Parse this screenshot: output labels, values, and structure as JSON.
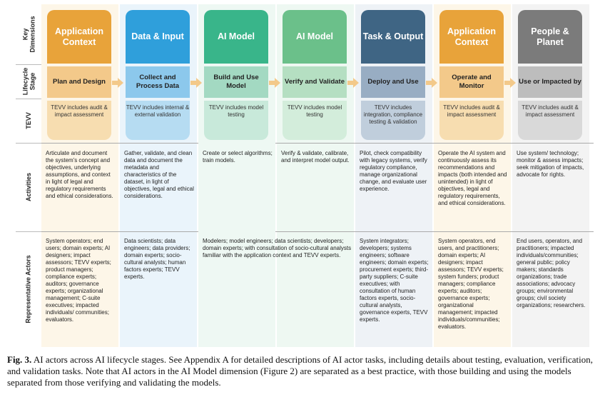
{
  "row_labels": {
    "key_dimensions": "Key Dimensions",
    "lifecycle_stage": "Lifecycle Stage",
    "tevv": "TEVV",
    "activities": "Activities",
    "representative_actors": "Representative Actors"
  },
  "columns": [
    {
      "header": "Application Context",
      "stage": "Plan and Design",
      "tevv": "TEVV includes audit & impact assessment",
      "activities": "Articulate and document the system's concept and objectives, underlying assumptions, and context in light of legal and regulatory requirements and ethical considerations.",
      "actors": "System operators; end users; domain experts; AI designers; impact assessors; TEVV experts; product managers; compliance experts; auditors; governance experts; organizational management; C-suite executives; impacted individuals/ communities; evaluators.",
      "header_color": "#E8A33A",
      "stage_color": "#F3C98A",
      "tevv_color": "#F7DDB0",
      "bg_color": "#FDF6E8"
    },
    {
      "header": "Data & Input",
      "stage": "Collect and Process Data",
      "tevv": "TEVV includes internal & external validation",
      "activities": "Gather, validate, and clean data and document the metadata and characteristics of the dataset, in light of objectives, legal and ethical considerations.",
      "actors": "Data scientists; data engineers; data providers; domain experts; socio-cultural analysts; human factors experts; TEVV experts.",
      "header_color": "#2F9FDB",
      "stage_color": "#8CC8EC",
      "tevv_color": "#B6DCF2",
      "bg_color": "#EAF4FB"
    },
    {
      "header": "AI Model",
      "stage": "Build and Use Model",
      "tevv": "TEVV includes model testing",
      "activities": "Create or select algorithms; train models.",
      "actors": "Modelers; model engineers; data scientists; developers; domain experts; with consultation of socio-cultural analysts familiar with the application context and TEVV experts.",
      "header_color": "#39B58A",
      "stage_color": "#A3D9C2",
      "tevv_color": "#C8E9DA",
      "bg_color": "#EEF8F3"
    },
    {
      "header": "AI Model",
      "stage": "Verify and Validate",
      "tevv": "TEVV includes model testing",
      "activities": "Verify & validate, calibrate, and interpret model output.",
      "actors": "",
      "header_color": "#6BC08A",
      "stage_color": "#B5DFC2",
      "tevv_color": "#D3EDDB",
      "bg_color": "#EEF8F2"
    },
    {
      "header": "Task & Output",
      "stage": "Deploy and Use",
      "tevv": "TEVV includes integration, compliance testing & validation",
      "activities": "Pilot, check compatibility with legacy systems, verify regulatory compliance, manage organizational change, and evaluate user experience.",
      "actors": "System integrators; developers; systems engineers; software engineers; domain experts; procurement experts; third-party suppliers; C-suite executives; with consultation of human factors experts, socio-cultural analysts, governance experts, TEVV experts.",
      "header_color": "#3F6584",
      "stage_color": "#98ADC3",
      "tevv_color": "#C0CEDC",
      "bg_color": "#EEF2F6"
    },
    {
      "header": "Application Context",
      "stage": "Operate and Monitor",
      "tevv": "TEVV includes audit & impact assessment",
      "activities": "Operate the AI system and continuously assess its recommendations and impacts (both intended and unintended) in light of objectives, legal and regulatory requirements, and ethical considerations.",
      "actors": "System operators, end users, and practitioners; domain experts; AI designers; impact assessors; TEVV experts; system funders; product managers; compliance experts; auditors; governance experts; organizational management; impacted individuals/communities; evaluators.",
      "header_color": "#E8A33A",
      "stage_color": "#F3C98A",
      "tevv_color": "#F7DDB0",
      "bg_color": "#FDF6E8"
    },
    {
      "header": "People & Planet",
      "stage": "Use or Impacted by",
      "tevv": "TEVV includes audit & impact assessment",
      "activities": "Use system/ technology; monitor & assess impacts; seek mitigation of impacts, advocate for rights.",
      "actors": "End users, operators, and practitioners; impacted individuals/communities; general public; policy makers; standards organizations; trade associations; advocacy groups; environmental groups; civil society organizations; researchers.",
      "header_color": "#7B7B7B",
      "stage_color": "#BDBDBD",
      "tevv_color": "#D9D9D9",
      "bg_color": "#F3F3F3"
    }
  ],
  "caption": {
    "label": "Fig. 3.",
    "text": " AI actors across AI lifecycle stages. See Appendix A for detailed descriptions of AI actor tasks, including details about testing, evaluation, verification, and validation tasks. Note that AI actors in the AI Model dimension (Figure 2) are separated as a best practice, with those building and using the models separated from those verifying and validating the models."
  },
  "arrow_color": "#F3C98A"
}
